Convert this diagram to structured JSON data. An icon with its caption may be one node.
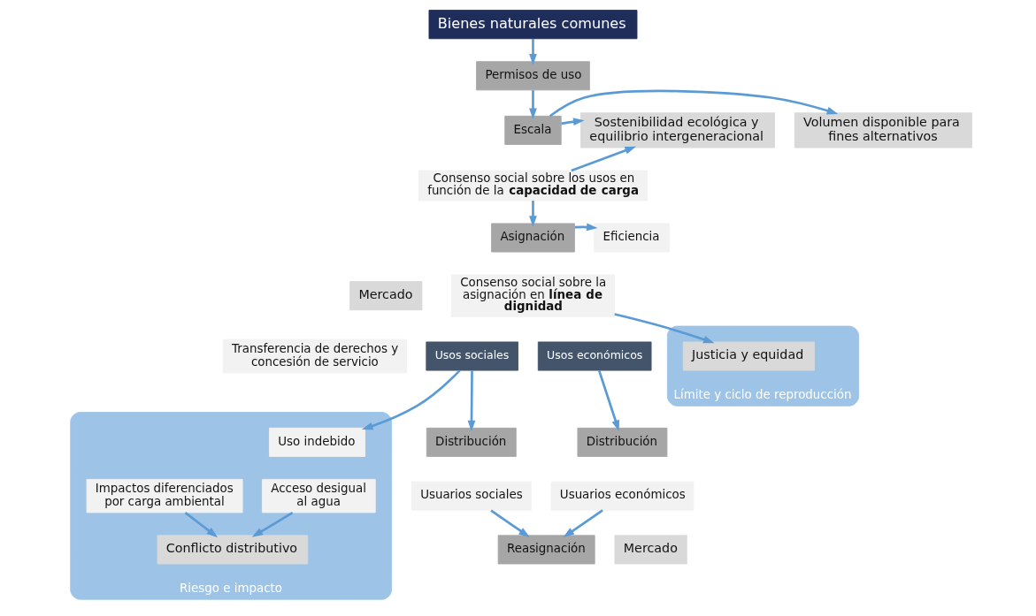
{
  "diagram": {
    "nodes": [
      {
        "text": [
          "Bienes naturales comunes"
        ]
      },
      {
        "text": [
          "Permisos de uso"
        ]
      },
      {
        "text": [
          "Escala"
        ]
      },
      {
        "text": [
          "Consenso social sobre los usos en función de la **capacidad de carga**"
        ]
      },
      {
        "text": [
          "Volumen disponible para fines alternativos"
        ]
      },
      {
        "text": [
          "Sostenibilidad ecológica y equilibrio intergeneracional"
        ]
      },
      {
        "text": [
          "Límite y ciclo de reproducción"
        ]
      },
      {
        "text": [
          "Asignación"
        ]
      },
      {
        "text": [
          "Consenso social sobre la asignación en **línea de dignidad**"
        ]
      },
      {
        "text": [
          "Eficiencia"
        ]
      },
      {
        "text": [
          "Justicia y equidad"
        ],
        "in": 6
      },
      {
        "text": [
          "Mercado"
        ]
      },
      {
        "text": [
          "Transferencia de derechos y concesión de servicio"
        ]
      },
      {
        "text": [
          "Usos sociales"
        ]
      },
      {
        "text": [
          "Usos económicos"
        ]
      },
      {
        "text": [
          "Riesgo e impacto"
        ]
      },
      {
        "text": [
          "Uso indebido"
        ],
        "in": 15
      },
      {
        "text": [
          "Impactos diferenciados por carga ambiental"
        ],
        "in": 15
      },
      {
        "text": [
          "Acceso desigual al agua"
        ],
        "in": 15
      },
      {
        "text": [
          "Conflicto distributivo"
        ],
        "in": 15
      },
      {
        "text": [
          "Distribución"
        ]
      },
      {
        "text": [
          "Usuarios sociales"
        ]
      },
      {
        "text": [
          "Distribución"
        ]
      },
      {
        "text": [
          "Usuarios económicos"
        ]
      },
      {
        "text": [
          "Reasignación"
        ]
      },
      {
        "text": [
          "Mercado"
        ]
      }
    ],
    "edges": [
      {
        "from": 0,
        "to": 1,
        "arrow": "to"
      },
      {
        "from": 1,
        "to": 2,
        "arrow": "to"
      },
      {
        "from": 2,
        "to": 4,
        "arrow": "to"
      },
      {
        "from": 2,
        "to": 5,
        "arrow": "to"
      },
      {
        "from": 3,
        "to": 7,
        "arrow": "to"
      },
      {
        "from": 3,
        "to": 5,
        "arrow": "to"
      },
      {
        "from": 7,
        "to": 9,
        "arrow": "to"
      },
      {
        "from": 8,
        "to": 10,
        "arrow": "to"
      },
      {
        "from": 13,
        "to": 16,
        "arrow": "to"
      },
      {
        "from": 13,
        "to": 20,
        "arrow": "to"
      },
      {
        "from": 14,
        "to": 22,
        "arrow": "to"
      },
      {
        "from": 17,
        "to": 19,
        "arrow": "to"
      },
      {
        "from": 18,
        "to": 19,
        "arrow": "to"
      },
      {
        "from": 21,
        "to": 24,
        "arrow": "to"
      },
      {
        "from": 23,
        "to": 24,
        "arrow": "to"
      }
    ]
  }
}
